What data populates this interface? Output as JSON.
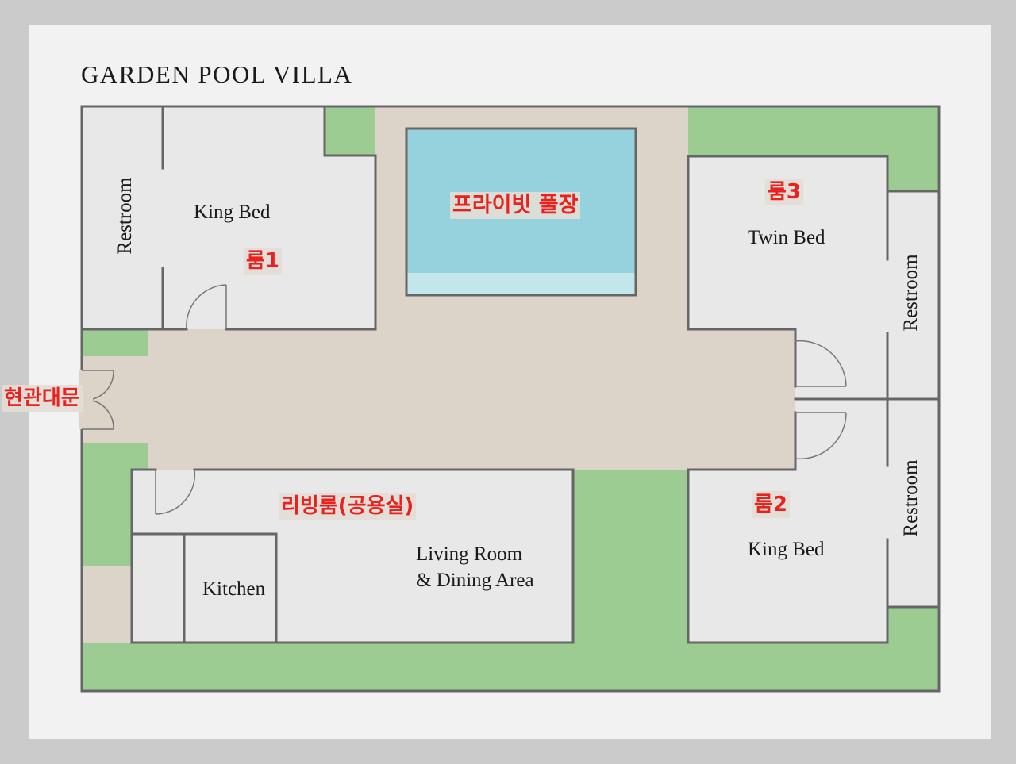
{
  "title": "GARDEN POOL VILLA",
  "colors": {
    "frame": "#cbcbcb",
    "sheet": "#f2f2f2",
    "room_floor": "#e8e8e8",
    "corridor": "#dcd4c9",
    "garden": "#9ccc92",
    "pool": "#95d2dd",
    "pool_step": "#c2e6ec",
    "wall": "#666666",
    "korean_label": "#e8221f"
  },
  "rooms": {
    "room1": {
      "label_ko": "룸1",
      "bed": "King Bed",
      "restroom": "Restroom"
    },
    "room2": {
      "label_ko": "룸2",
      "bed": "King Bed",
      "restroom": "Restroom"
    },
    "room3": {
      "label_ko": "룸3",
      "bed": "Twin Bed",
      "restroom": "Restroom"
    },
    "living": {
      "label_ko": "리빙룸(공용실)",
      "line1": "Living Room",
      "line2": "& Dining Area",
      "kitchen": "Kitchen"
    }
  },
  "pool": {
    "label_ko": "프라이빗 풀장"
  },
  "entrance": {
    "label_ko": "현관대문"
  }
}
